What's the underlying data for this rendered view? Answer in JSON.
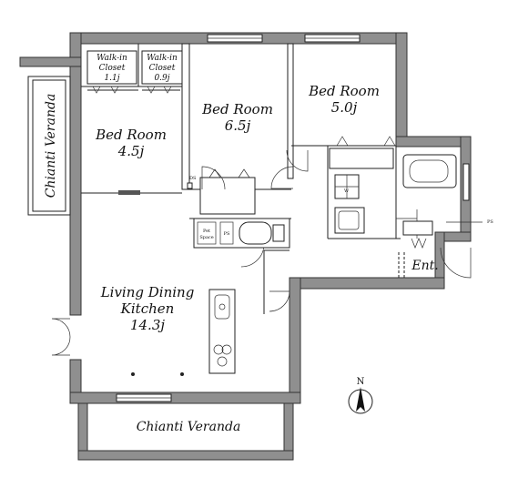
{
  "rooms": {
    "walkin_closet_1": {
      "line1": "Walk-in",
      "line2": "Closet",
      "size": "1.1j"
    },
    "walkin_closet_2": {
      "line1": "Walk-in",
      "line2": "Closet",
      "size": "0.9j"
    },
    "bedroom_1": {
      "name": "Bed Room",
      "size": "4.5j"
    },
    "bedroom_2": {
      "name": "Bed Room",
      "size": "6.5j"
    },
    "bedroom_3": {
      "name": "Bed Room",
      "size": "5.0j"
    },
    "ldk": {
      "line1": "Living Dining",
      "line2": "Kitchen",
      "size": "14.3j"
    },
    "entrance": "Ent."
  },
  "verandas": {
    "west": "Chianti Veranda",
    "south": "Chianti Veranda"
  },
  "small_labels": {
    "ds": "DS",
    "ps": "PS",
    "w": "W",
    "pet_line1": "Pet",
    "pet_line2": "Space",
    "ps_box": "PS"
  },
  "compass": {
    "label": "N"
  },
  "colors": {
    "wall": "#8f8f8f",
    "line": "#222222",
    "background": "#ffffff"
  }
}
